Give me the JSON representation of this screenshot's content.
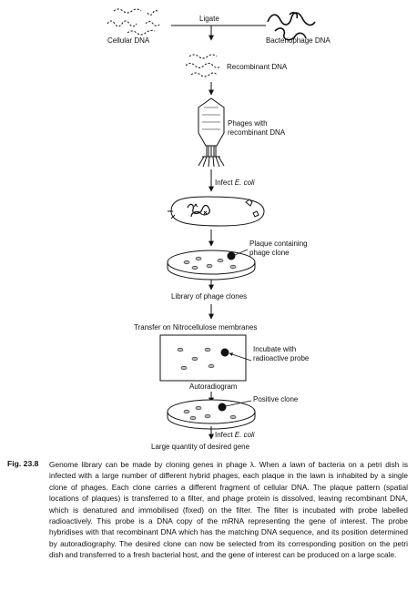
{
  "diagram": {
    "ligate": "Ligate",
    "cellular_dna": "Cellular DNA",
    "bacteriophage_dna": "Bacteriophage DNA",
    "recombinant_dna": "Recombinant DNA",
    "phages_line1": "Phages with",
    "phages_line2": "recombinant DNA",
    "infect1_prefix": "Infect ",
    "infect1_organism": "E. coli",
    "plaque_line1": "Plaque containing",
    "plaque_line2": "phage clone",
    "library": "Library of phage clones",
    "transfer": "Transfer on Nitrocellulose membranes",
    "incubate_line1": "Incubate with",
    "incubate_line2": "radioactive probe",
    "autoradiogram": "Autoradiogram",
    "positive_clone": "Positive clone",
    "infect2_prefix": "Infect ",
    "infect2_organism": "E. coli",
    "large_quantity": "Large quantity of desired gene"
  },
  "caption": {
    "number": "Fig. 23.8",
    "text": "Genome library can be made by cloning genes in phage λ. When a lawn of bacteria on a petri dish is infected with a large number of different hybrid phages, each plaque in the lawn is inhabited by a single clone of phages. Each clone carries a different fragment of cellular DNA. The plaque pattern (spatial locations of plaques) is transferred to a filter, and phage protein is dissolved, leaving recombinant DNA, which is denatured and immobilised (fixed) on the filter. The filter is incubated with probe labelled radioactively. This probe is a DNA copy of the mRNA representing the gene of interest. The probe hybridises with that recombinant DNA which has the matching DNA sequence, and its position determined by autoradiography. The desired clone can now be selected from its corresponding position on the petri dish and transferred to a fresh bacterial host, and the gene of interest can be produced on a large scale."
  }
}
